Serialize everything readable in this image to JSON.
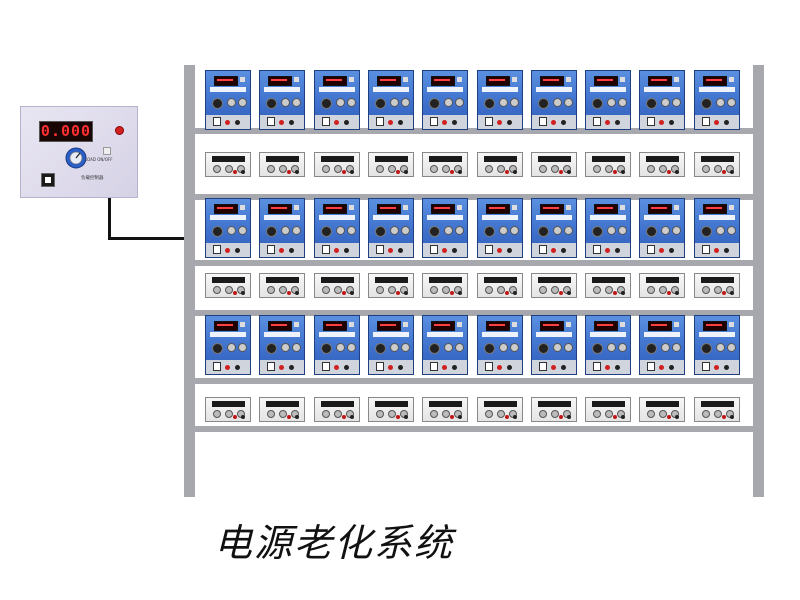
{
  "controller": {
    "display_value": "0.000",
    "small_label": "LOAD ON/OFF",
    "label": "负载控制器",
    "led_color": "#d02020",
    "knob_color": "#2a5ec8"
  },
  "rack": {
    "frame_color": "#a7a7ae",
    "units_per_row": 10,
    "rows": [
      {
        "type": "blue-load"
      },
      {
        "type": "white-supply"
      },
      {
        "type": "blue-load"
      },
      {
        "type": "white-supply"
      },
      {
        "type": "blue-load"
      },
      {
        "type": "white-supply"
      }
    ]
  },
  "caption": "电源老化系统"
}
